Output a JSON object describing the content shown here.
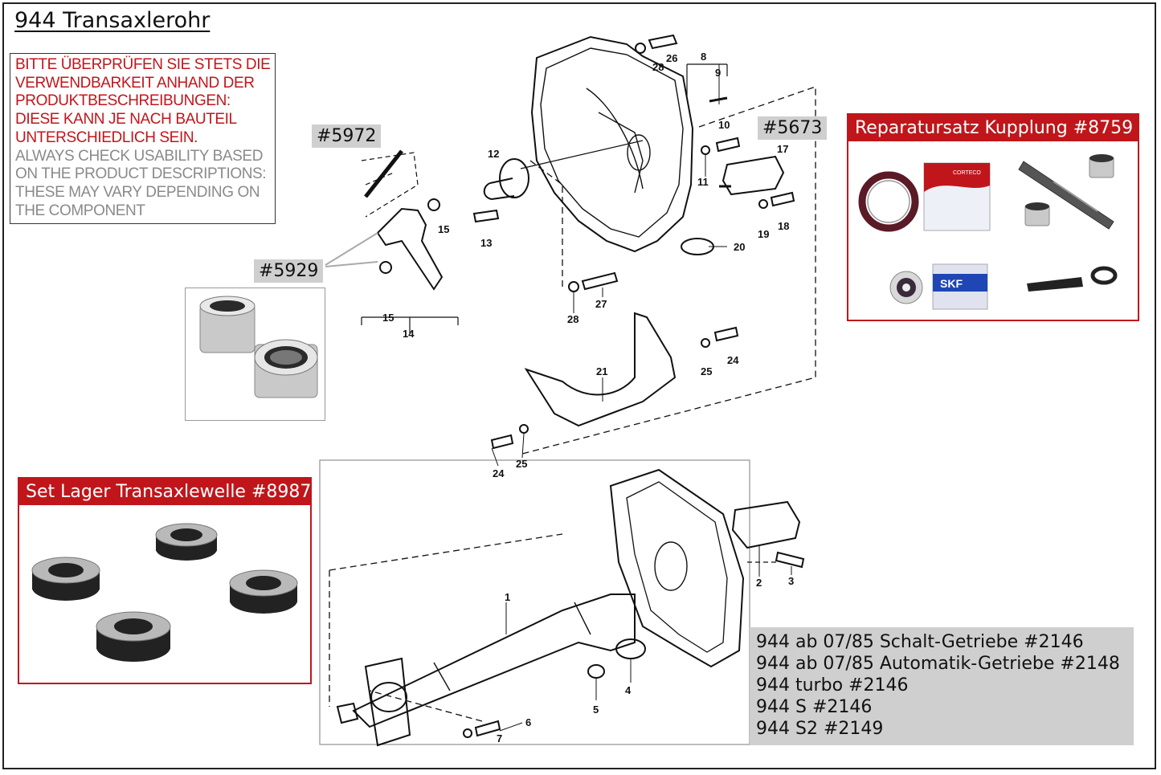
{
  "title": "944 Transaxlerohr",
  "notice": {
    "de": [
      "BITTE ÜBERPRÜFEN SIE STETS DIE",
      "VERWENDBARKEIT ANHAND DER",
      "PRODUKTBESCHREIBUNGEN:",
      "DIESE KANN JE NACH BAUTEIL",
      "UNTERSCHIEDLICH SEIN."
    ],
    "en": [
      "ALWAYS CHECK USABILITY BASED",
      "ON THE PRODUCT DESCRIPTIONS:",
      "THESE MAY VARY DEPENDING ON",
      "THE COMPONENT"
    ]
  },
  "tags": {
    "t5972": "#5972",
    "t5929": "#5929",
    "t5673": "#5673"
  },
  "kits": {
    "clutch": "Reparatursatz Kupplung #8759",
    "bearing": "Set Lager Transaxlewelle #8987"
  },
  "brand_labels": {
    "skf": "SKF",
    "corteco": "CORTECO"
  },
  "fitment": [
    "944 ab 07/85 Schalt-Getriebe #2146",
    "944 ab 07/85 Automatik-Getriebe #2148",
    "944 turbo #2146",
    "944 S #2146",
    "944 S2 #2149"
  ],
  "part_numbers": {
    "p1": "1",
    "p2": "2",
    "p3": "3",
    "p4": "4",
    "p5": "5",
    "p6": "6",
    "p7": "7",
    "p8": "8",
    "p9": "9",
    "p10": "10",
    "p11": "11",
    "p12": "12",
    "p13": "13",
    "p14": "14",
    "p15a": "15",
    "p15b": "15",
    "p17": "17",
    "p18": "18",
    "p19": "19",
    "p20": "20",
    "p21": "21",
    "p24a": "24",
    "p24b": "24",
    "p25a": "25",
    "p25b": "25",
    "p26": "26",
    "p27": "27",
    "p28a": "28",
    "p28b": "28"
  },
  "colors": {
    "accent": "#c0161b",
    "tag_bg": "#cfcfcf",
    "notice_en": "#8a8a8a"
  }
}
